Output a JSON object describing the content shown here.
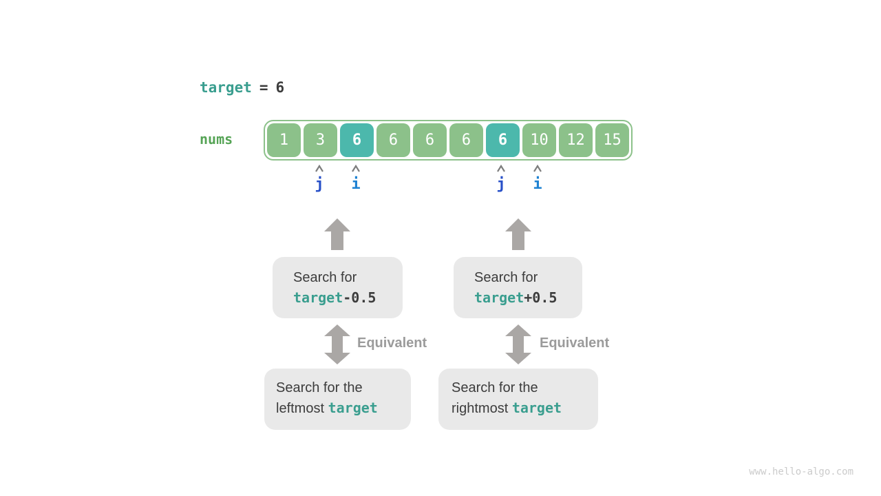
{
  "header": {
    "keyword": "target",
    "operator": "=",
    "value": "6"
  },
  "array": {
    "label": "nums",
    "cells": [
      {
        "value": "1",
        "highlight": false
      },
      {
        "value": "3",
        "highlight": false
      },
      {
        "value": "6",
        "highlight": true
      },
      {
        "value": "6",
        "highlight": false
      },
      {
        "value": "6",
        "highlight": false
      },
      {
        "value": "6",
        "highlight": false
      },
      {
        "value": "6",
        "highlight": true
      },
      {
        "value": "10",
        "highlight": false
      },
      {
        "value": "12",
        "highlight": false
      },
      {
        "value": "15",
        "highlight": false
      }
    ]
  },
  "pointers": [
    {
      "label": "j"
    },
    {
      "label": "i"
    },
    {
      "label": "j"
    },
    {
      "label": "i"
    }
  ],
  "flows": {
    "left": {
      "search_line1": "Search for",
      "search_code": "target",
      "search_suffix": "-0.5",
      "equivalent_label": "Equivalent",
      "result_line1": "Search for the",
      "result_prefix": "leftmost ",
      "result_code": "target"
    },
    "right": {
      "search_line1": "Search for",
      "search_code": "target",
      "search_suffix": "+0.5",
      "equivalent_label": "Equivalent",
      "result_line1": "Search for the",
      "result_prefix": "rightmost ",
      "result_code": "target"
    }
  },
  "watermark": "www.hello-algo.com",
  "colors": {
    "teal-text": "#3a9e8f",
    "green-text": "#56a456",
    "cell-green": "#8cc18a",
    "cell-teal": "#4cb8ac",
    "pointer-j": "#2850c8",
    "pointer-i": "#1e82d2",
    "box-bg": "#e9e9e9",
    "arrow-gray": "#aaa7a5",
    "dark-text": "#3c3c3c",
    "equiv-text": "#9b9b9b"
  }
}
